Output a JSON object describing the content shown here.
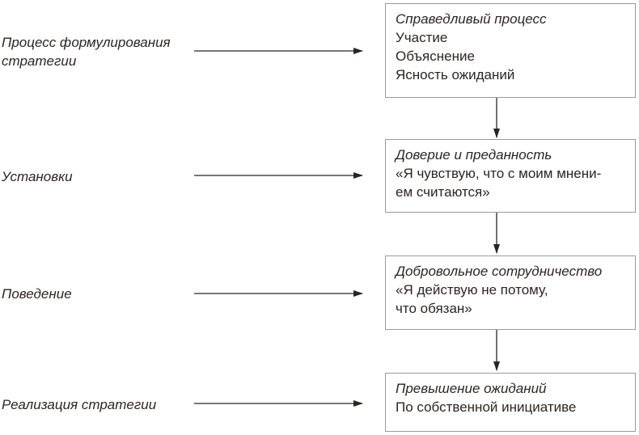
{
  "stages": [
    {
      "left_label": [
        "Процесс формулирования",
        "стратегии"
      ],
      "box_title": "Справедливый процесс",
      "box_lines": [
        "Участие",
        "Объяснение",
        "Ясность ожиданий"
      ]
    },
    {
      "left_label": [
        "Установки"
      ],
      "box_title": "Доверие и преданность",
      "box_lines": [
        "«Я чувствую, что с моим мнени-",
        "ем считаются»"
      ]
    },
    {
      "left_label": [
        "Поведение"
      ],
      "box_title": "Добровольное сотрудничество",
      "box_lines": [
        "«Я действую не потому,",
        "что обязан»"
      ]
    },
    {
      "left_label": [
        "Реализация стратегии"
      ],
      "box_title": "Превышение ожиданий",
      "box_lines": [
        "По собственной инициативе"
      ]
    }
  ]
}
